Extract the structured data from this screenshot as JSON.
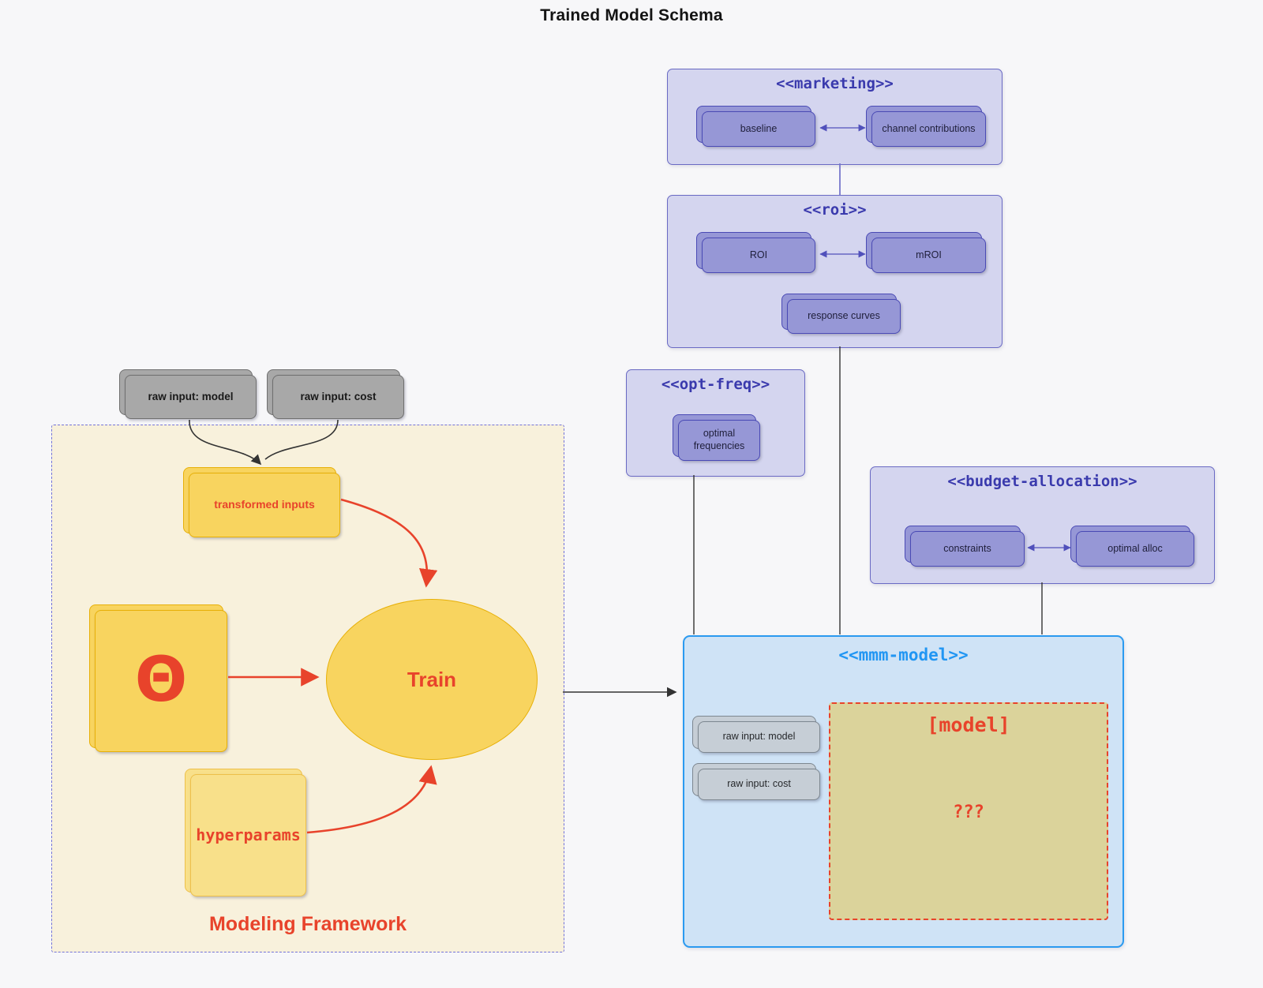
{
  "title": "Trained Model Schema",
  "colors": {
    "page-bg": "#f7f7f9",
    "lavender-bg": "#d4d5ef",
    "lavender-border": "#6a6ac4",
    "lavender-title": "#3a3aad",
    "node-fill": "#9697d6",
    "node-border": "#4a4ab5",
    "mmm-bg": "#cfe3f6",
    "mmm-border": "#2b9af0",
    "mmm-title": "#2196f3",
    "gray-fill": "#a8a8a8",
    "gray-border": "#6f6f6f",
    "slate-fill": "#c6ced6",
    "slate-border": "#7d8790",
    "cream-bg": "#f8f1dc",
    "cream-border": "#7272d8",
    "yellow-fill": "#f8d45f",
    "yellow-border": "#e7b008",
    "yellow-light-fill": "#f8e08a",
    "yellow-light-border": "#eec04a",
    "khaki-fill": "#dbd39b",
    "red": "#e8432b",
    "edge-dark": "#333333",
    "edge-purple": "#7777cc",
    "arrow-purple": "#5050bb"
  },
  "clusters": {
    "marketing": {
      "label": "<<marketing>>",
      "baseline": "baseline",
      "channel": "channel contributions"
    },
    "roi": {
      "label": "<<roi>>",
      "roi": "ROI",
      "mroi": "mROI",
      "response": "response curves"
    },
    "optfreq": {
      "label": "<<opt-freq>>",
      "optimal": "optimal frequencies"
    },
    "budget": {
      "label": "<<budget-allocation>>",
      "constraints": "constraints",
      "alloc": "optimal alloc"
    },
    "mmm": {
      "label": "<<mmm-model>>",
      "raw_model": "raw input: model",
      "raw_cost": "raw input: cost",
      "model_title": "[model]",
      "unknown": "???"
    },
    "framework": {
      "label": "Modeling Framework",
      "transformed": "transformed inputs",
      "theta": "Θ",
      "train": "Train",
      "hyperparams": "hyperparams"
    }
  },
  "inputs": {
    "raw_model": "raw input: model",
    "raw_cost": "raw input: cost"
  }
}
